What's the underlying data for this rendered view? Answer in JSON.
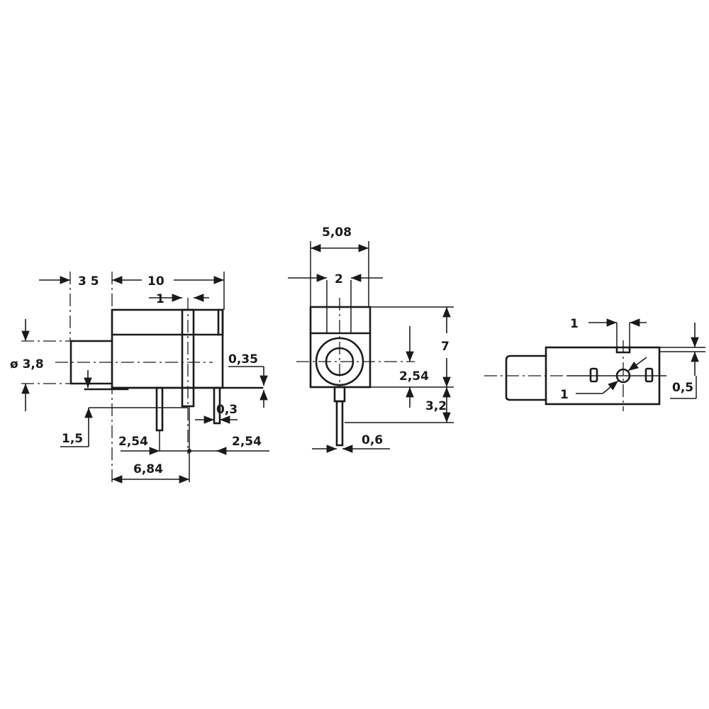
{
  "drawing": {
    "title": "Jack socket dimensional drawing (3 views)",
    "units": "mm",
    "line_color": "#1a1a1a",
    "background": "#ffffff"
  },
  "side_view": {
    "shaft_length": "3 5",
    "body_length": "10",
    "slot_width": "1",
    "shaft_diameter": "ø 3,8",
    "pin_thickness_top": "0,35",
    "pin_thickness": "0,3",
    "standoff": "1,5",
    "pin_pitch_left": "2,54",
    "pin_pitch_right": "2,54",
    "pin_offset": "6,84"
  },
  "front_view": {
    "width": "5,08",
    "slot_width": "2",
    "height": "7",
    "center_height": "2,54",
    "pin_length": "3,2",
    "pin_width": "0,6"
  },
  "bottom_view": {
    "slot_width": "1",
    "hole_diameter": "1",
    "edge_offset": "0,5"
  }
}
